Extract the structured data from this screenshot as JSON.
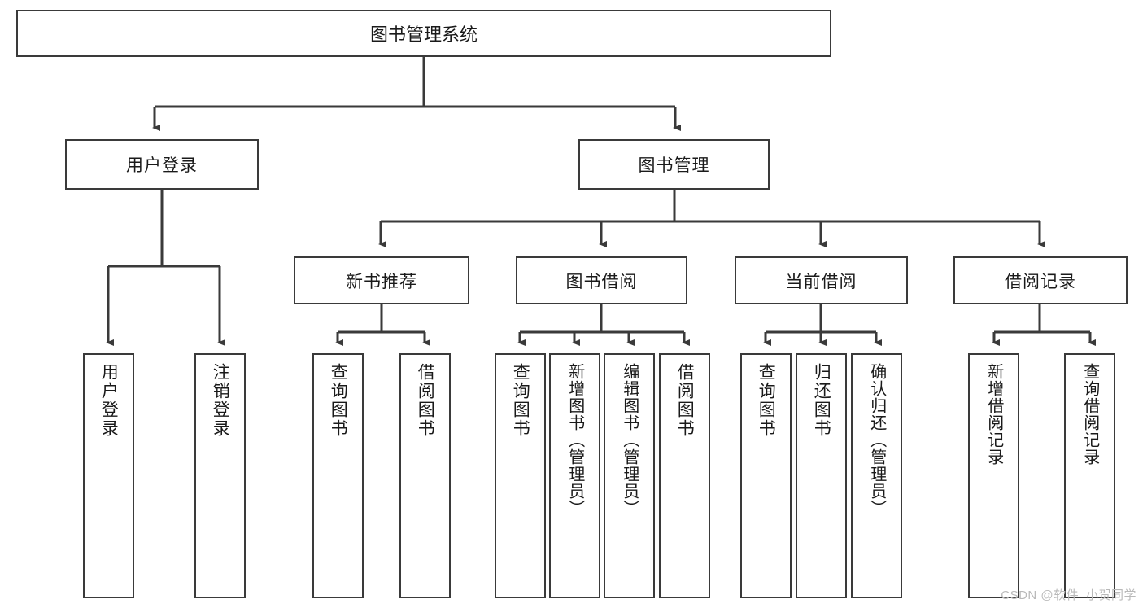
{
  "diagram": {
    "title": "图书管理系统",
    "root": {
      "label": "图书管理系统"
    },
    "level1": [
      {
        "label": "用户登录"
      },
      {
        "label": "图书管理"
      }
    ],
    "level2": [
      {
        "label": "新书推荐"
      },
      {
        "label": "图书借阅"
      },
      {
        "label": "当前借阅"
      },
      {
        "label": "借阅记录"
      }
    ],
    "leaves": {
      "user_login": [
        {
          "label": "用户登录"
        },
        {
          "label": "注销登录"
        }
      ],
      "new_book_recommend": [
        {
          "label": "查询图书"
        },
        {
          "label": "借阅图书"
        }
      ],
      "book_borrow": [
        {
          "label": "查询图书"
        },
        {
          "label": "新增图书（管理员）"
        },
        {
          "label": "编辑图书（管理员）"
        },
        {
          "label": "借阅图书"
        }
      ],
      "current_borrow": [
        {
          "label": "查询图书"
        },
        {
          "label": "归还图书"
        },
        {
          "label": "确认归还（管理员）"
        }
      ],
      "borrow_records": [
        {
          "label": "新增借阅记录"
        },
        {
          "label": "查询借阅记录"
        }
      ]
    }
  },
  "watermark": {
    "text": "CSDN @软件_小贺同学"
  },
  "colors": {
    "stroke": "#3a3a3a",
    "text": "#1a1a1a",
    "background": "#ffffff",
    "watermark": "#b9b9b9"
  }
}
